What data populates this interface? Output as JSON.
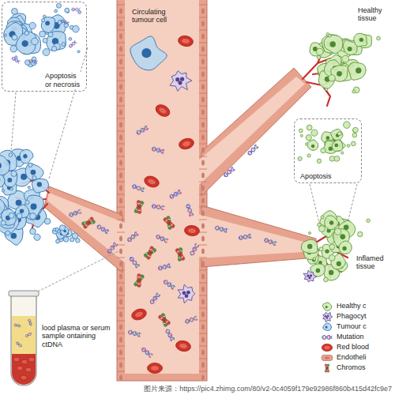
{
  "diagram": {
    "nodes": [
      {
        "text": [
          "Apoptosis or necrosis"
        ]
      },
      {
        "text": [
          "Apoptosis"
        ]
      }
    ],
    "labels": [
      "Circulating tumour cell",
      "Healthy tissue",
      "Inflamed tissue",
      "lood plasma or serum sample ontaining ctDNA",
      "图片来源：https://pic4.zhimg.com/80/v2-0c4059f179e92986f860b415d42fc9e7"
    ],
    "legend": [
      {
        "text": "Healthy c"
      },
      {
        "text": "Phagocyt"
      },
      {
        "text": "Tumour c"
      },
      {
        "text": "Mutation"
      },
      {
        "text": "Red blood"
      },
      {
        "text": "Endotheli"
      },
      {
        "text": "Chromos"
      }
    ]
  }
}
